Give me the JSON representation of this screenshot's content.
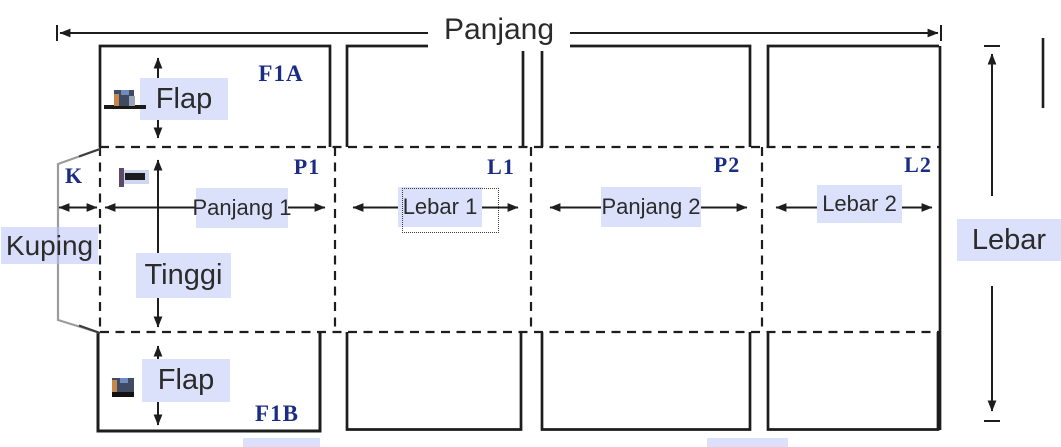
{
  "diagram": {
    "title": "Panjang",
    "fields": {
      "flap_top": "Flap",
      "flap_bottom": "Flap",
      "tinggi": "Tinggi",
      "kuping": "Kuping",
      "lebar": "Lebar",
      "panjang1": "Panjang 1",
      "lebar1": "Lebar 1",
      "panjang2": "Panjang 2",
      "lebar2": "Lebar 2"
    },
    "panel_ids": {
      "f1a": "F1A",
      "f1b": "F1B",
      "p1": "P1",
      "l1": "L1",
      "p2": "P2",
      "l2": "L2",
      "k": "K"
    },
    "colors": {
      "highlight": "#dce1fb",
      "line": "#1d1d1d",
      "panel_label": "#1b2c85",
      "kuping_outline": "#9b9b9b"
    }
  }
}
